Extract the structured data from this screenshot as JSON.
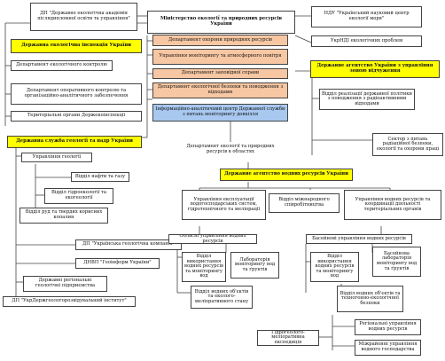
{
  "nodes": {
    "dp_archive": "ДП \"Державне екологічна академія післядипломної освіти та управління\"",
    "ministry": "Міністерство екології та природних ресурсів України",
    "ndu": "НДУ \"Український науковий центр екології моря\"",
    "ukrndi": "УкрНДІ екологічних проблем",
    "inspection": "Державна екологічна інспекція України",
    "dept_env_control": "Департамент екологічного контролю",
    "dept_operative": "Департамент оперативного контролю та організаційно-аналітичного забезпечення",
    "territorial": "Територіальні органи Держекоінспекції",
    "dept_protection": "Департамент охорони природних ресурсів",
    "dept_monitoring": "Управління моніторингу та атмосферного повітря",
    "dept_reserves": "Департамент заповідної справи",
    "dept_safety": "Департамент екологічної безпеки та поводження з відходами",
    "info_center": "Інформаційно-аналітичний центр Державної служби з питань моніторингу довкілля",
    "exclusion_agency": "Державне агентство України з управління зоною відчуження",
    "radiation_dept": "Відділ реалізації державної політики з поводження з радіоактивними відходами",
    "radiation_sector": "Сектор з питань радіаційної безпеки, екології та охорони праці",
    "geo_service": "Державна служба геології та надр України",
    "geo_mgmt": "Управління геології",
    "oil_gas": "Відділ нафти та газу",
    "hydro_eco": "Відділ гідроекології та екогеології",
    "solid_minerals": "Відділ руд та твердих корисних копалин",
    "regional_eco": "Департамент екології та природних ресурсів в областях",
    "water_agency": "Державне агентство водних ресурсів України",
    "water_mgmt": "Управління експлуатації водогосподарських систем, гідротехнічного та меліорації",
    "intl_coop": "Відділ міжнародного співробітництва",
    "basin_coord": "Управління водних ресурсів та координації діяльності територіальних органів",
    "dp_geo_company": "ДП \"Українська геологічна компанія\"",
    "dp_uranium": "ДНВП \"Геоінформ України\"",
    "regional_geo": "Державні регіональні геологічні підприємства",
    "geo_institute": "ДП \"УкрДержгеологорозвідувальний інститут\"",
    "oblast_water": "Обласні управління водних ресурсів",
    "basin_water": "Басейнові управління водних ресурсів",
    "water_use_dept": "Відділ використання водних ресурсів та моніторингу вод",
    "lab_monitoring": "Лабораторія моніторингу вод та ґрунтів",
    "water_use_dept2": "Відділ використання водних ресурсів та моніторингу вод",
    "basin_lab": "Басейнова лабораторія моніторингу вод та ґрунтів",
    "water_objects": "Відділ водних об'єктів та еколого-меліоративного стану",
    "water_objects2": "Відділ водних об'єктів та техногенно-екологічної безпеки",
    "hydrogeo": "Гідрогеолого-меліоративна експедиція",
    "regional_water": "Регіональні управління водних ресурсів",
    "interregional": "Міжрайонні управління водного господарства"
  },
  "colors": {
    "yellow": "#ffff00",
    "orange": "#f7c7a3",
    "blue": "#a8c8f0",
    "line": "#444444"
  }
}
